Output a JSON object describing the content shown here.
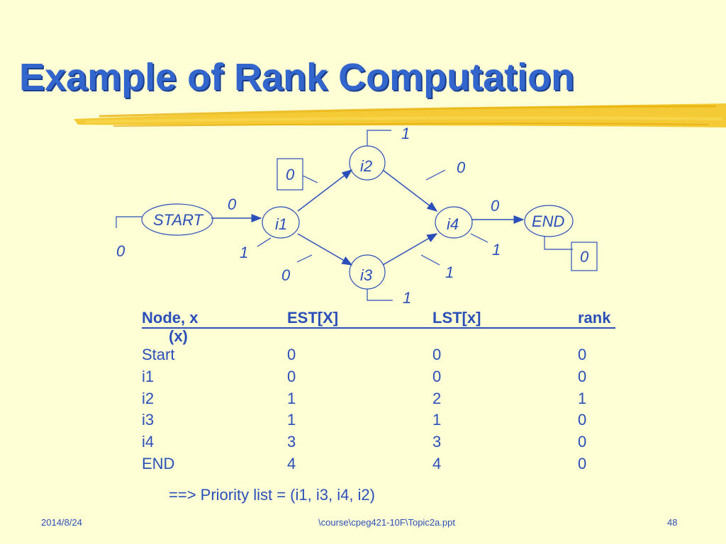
{
  "title": "Example of Rank Computation",
  "colors": {
    "background": "#FFFFD6",
    "accent": "#3366CC",
    "brush": "#F2C21B"
  },
  "diagram": {
    "nodes": [
      {
        "id": "start",
        "label": "START"
      },
      {
        "id": "i1",
        "label": "i1"
      },
      {
        "id": "i2",
        "label": "i2"
      },
      {
        "id": "i3",
        "label": "i3"
      },
      {
        "id": "i4",
        "label": "i4"
      },
      {
        "id": "end",
        "label": "END"
      }
    ],
    "labels": {
      "start_est": "0",
      "start_lst": "0",
      "i1_est": "0",
      "i1_lst": "1",
      "i1_rank": "0",
      "i2_top": "1",
      "i2_right": "0",
      "i3_left": "0",
      "i3_bottom": "1",
      "i3_right": "1",
      "i4_est": "0",
      "i4_lst": "1",
      "end_rank": "0"
    }
  },
  "table": {
    "headers": [
      "Node, x",
      "EST[X]",
      "LST[x]",
      "rank"
    ],
    "header_sub": "(x)",
    "rows": [
      [
        "Start",
        "0",
        "0",
        "0"
      ],
      [
        "i1",
        "0",
        "0",
        "0"
      ],
      [
        "i2",
        "1",
        "2",
        "1"
      ],
      [
        "i3",
        "1",
        "1",
        "0"
      ],
      [
        "i4",
        "3",
        "3",
        "0"
      ],
      [
        "END",
        "4",
        "4",
        "0"
      ]
    ]
  },
  "priority_text": "==> Priority list = (i1, i3, i4, i2)",
  "footer": {
    "date": "2014/8/24",
    "path": "\\course\\cpeg421-10F\\Topic2a.ppt",
    "page": "48"
  }
}
